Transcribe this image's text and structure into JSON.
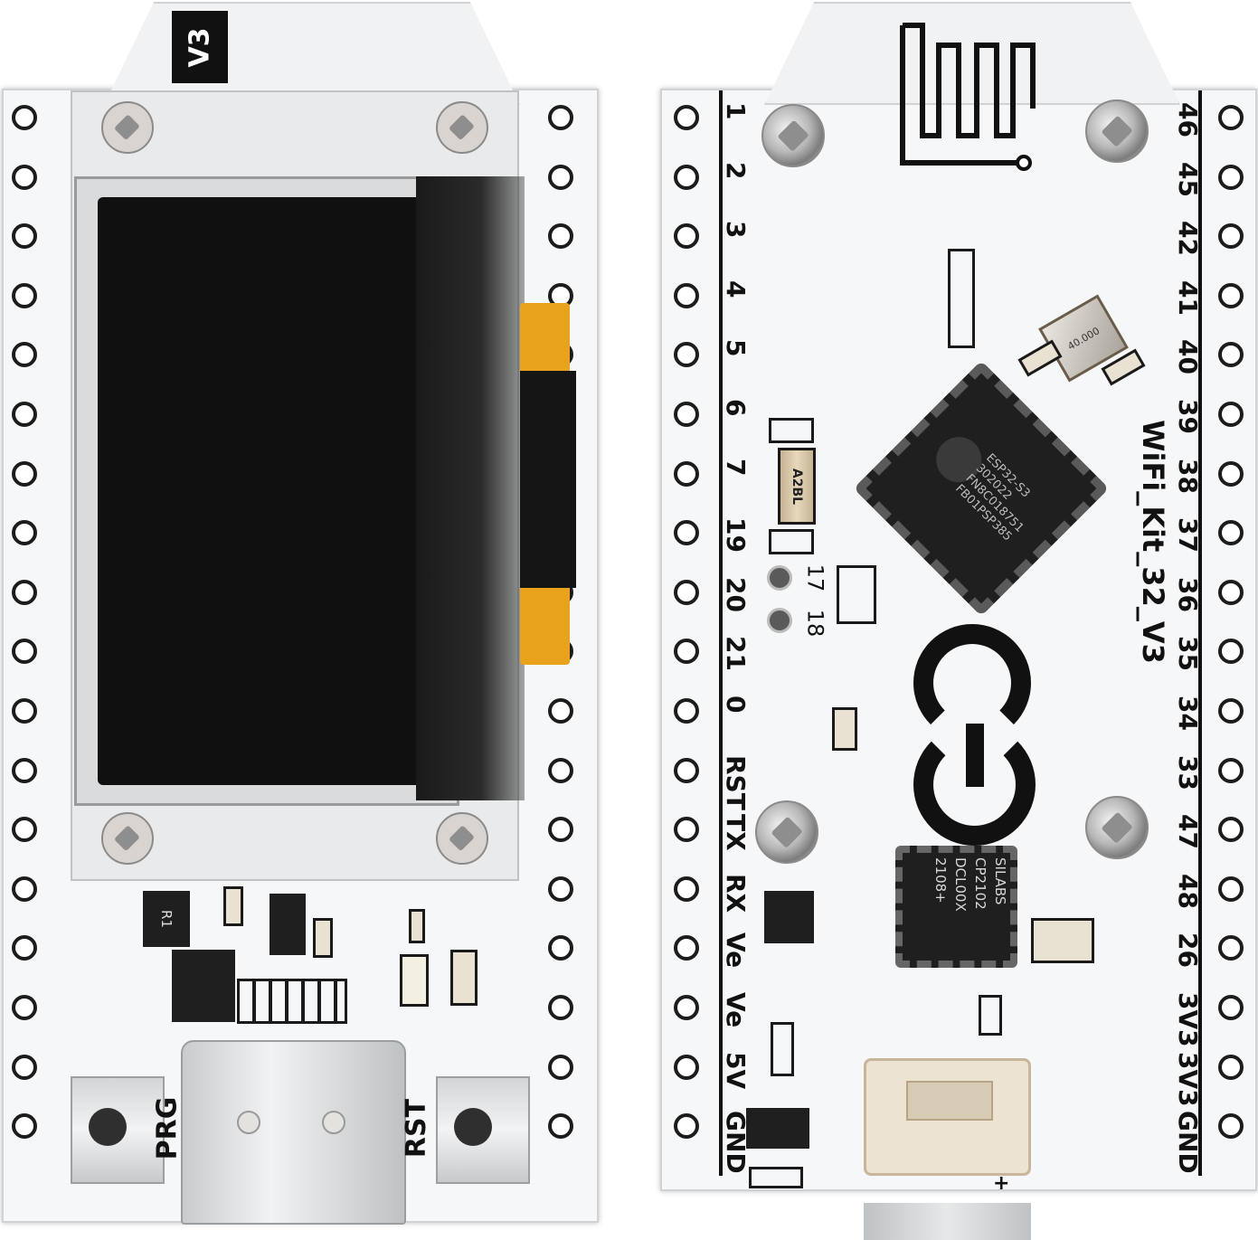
{
  "left_board": {
    "version_tag": "V3",
    "button_prg": "PRG",
    "button_rst": "RST",
    "resistor_label": "R1"
  },
  "right_board": {
    "model_text": "WiFi_Kit_32_V3",
    "crystal_text": "40.000",
    "chip_main": [
      "ESP32-S3",
      "302022",
      "FN8C018751",
      "FB01PSP385"
    ],
    "chip_usb": [
      "SILABS",
      "CP2102",
      "DCL00X",
      "2108+"
    ],
    "pads_label": [
      "17",
      "18"
    ],
    "capacitor_text": "A2BL",
    "left_pins": [
      "1",
      "2",
      "3",
      "4",
      "5",
      "6",
      "7",
      "19",
      "20",
      "21",
      "0",
      "RST",
      "TX",
      "RX",
      "Ve",
      "Ve",
      "5V",
      "GND"
    ],
    "right_pins": [
      "46",
      "45",
      "42",
      "41",
      "40",
      "39",
      "38",
      "37",
      "36",
      "35",
      "34",
      "33",
      "47",
      "48",
      "26",
      "3V3",
      "3V3",
      "GND"
    ]
  },
  "colors": {
    "pcb": "#f6f7f8",
    "oled": "#101010",
    "silkscreen": "#111111",
    "flex_cable": "#e8a21c"
  }
}
